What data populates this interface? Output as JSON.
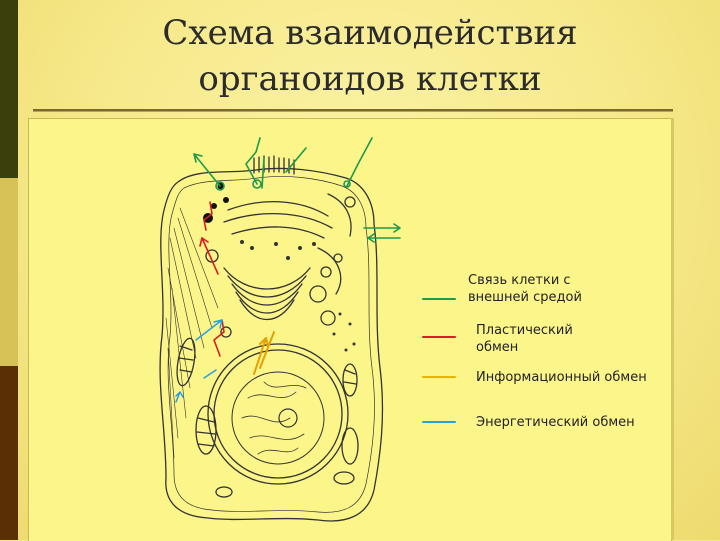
{
  "slide": {
    "title_line1": "Схема взаимодействия",
    "title_line2": "органоидов клетки"
  },
  "legend": [
    {
      "line1": "Связь клетки с",
      "line2": "внешней средой",
      "color": "#1e9a4a"
    },
    {
      "line1": "Пластический",
      "line2": "обмен",
      "color": "#d81e1e"
    },
    {
      "line1": "Информационный обмен",
      "line2": "",
      "color": "#e8b400"
    },
    {
      "line1": "Энергетический обмен",
      "line2": "",
      "color": "#2aa0e0"
    }
  ],
  "colors": {
    "background": "#f6e98a",
    "panel": "#fbf58a",
    "outline": "#333333"
  }
}
